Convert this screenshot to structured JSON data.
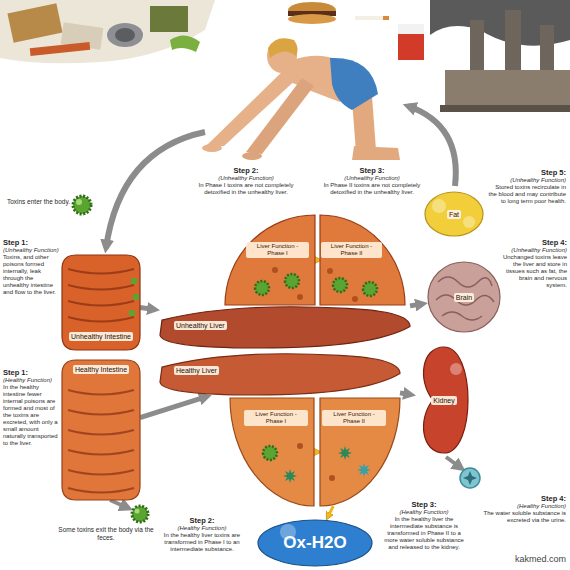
{
  "diagram": {
    "nodes": [
      {
        "text": [
          "Liver Function - Phase I"
        ]
      },
      {
        "text": [
          "Liver Function - Phase II"
        ]
      },
      {
        "text": [
          "Fat"
        ]
      },
      {
        "text": [
          "Unhealthy Intestine"
        ]
      },
      {
        "text": [
          "Brain"
        ]
      },
      {
        "text": [
          "Unhealthy Liver"
        ]
      },
      {
        "text": [
          "Healthy Liver"
        ]
      },
      {
        "text": [
          "Healthy Intestine"
        ]
      },
      {
        "text": [
          "Kidney"
        ]
      },
      {
        "text": [
          "Liver Function - Phase I"
        ]
      },
      {
        "text": [
          "Liver Function - Phase II"
        ]
      },
      {
        "text": [
          "Ox-H2O"
        ]
      }
    ],
    "edges": [
      {
        "from": 3,
        "to": 5,
        "arrow": "to"
      },
      {
        "from": 0,
        "to": 1,
        "arrow": "to"
      },
      {
        "from": 5,
        "to": 4,
        "arrow": "to"
      },
      {
        "from": 7,
        "to": 6,
        "arrow": "to"
      },
      {
        "from": 6,
        "to": 8,
        "arrow": "to"
      },
      {
        "from": 9,
        "to": 10,
        "arrow": "to"
      },
      {
        "from": 10,
        "to": 11,
        "arrow": "to"
      }
    ],
    "labels": [
      "Toxins enter the body.",
      "Step 2:",
      "(Unhealthy Function)",
      "In Phase I toxins are not completely detoxified in the unhealthy liver.",
      "Step 3:",
      "(Unhealthy Function)",
      "In Phase II toxins are not completely detoxified in the unhealthy liver.",
      "Step 5:",
      "(Unhealthy Function)",
      "Stored toxins recirculate in the blood and may contribute to long term poor health.",
      "Step 1:",
      "(Unhealthy Function)",
      "Toxins, and other poisons formed internally, leak through the unhealthy intestine and flow to the liver.",
      "Step 4:",
      "(Unhealthy Function)",
      "Unchanged toxins leave the liver and store in tissues such as fat, the brain and nervous system.",
      "Step 1:",
      "(Healthy Function)",
      "In the healthy intestine fewer internal poisons are formed and most of the toxins are excreted, with only a small amount naturally transported to the liver.",
      "Some toxins exit the body via the feces.",
      "Step 2:",
      "(Healthy Function)",
      "In the healthy liver toxins are transformed in Phase I to an intermediate substance.",
      "Step 3:",
      "(Healthy Function)",
      "In the healthy liver the intermediate substance is transformed in Phase II to a more water soluble substance and released to the kidney.",
      "Step 4:",
      "(Healthy Function)",
      "The water soluble substance is excreted via the urine.",
      "kakmed.com"
    ]
  }
}
